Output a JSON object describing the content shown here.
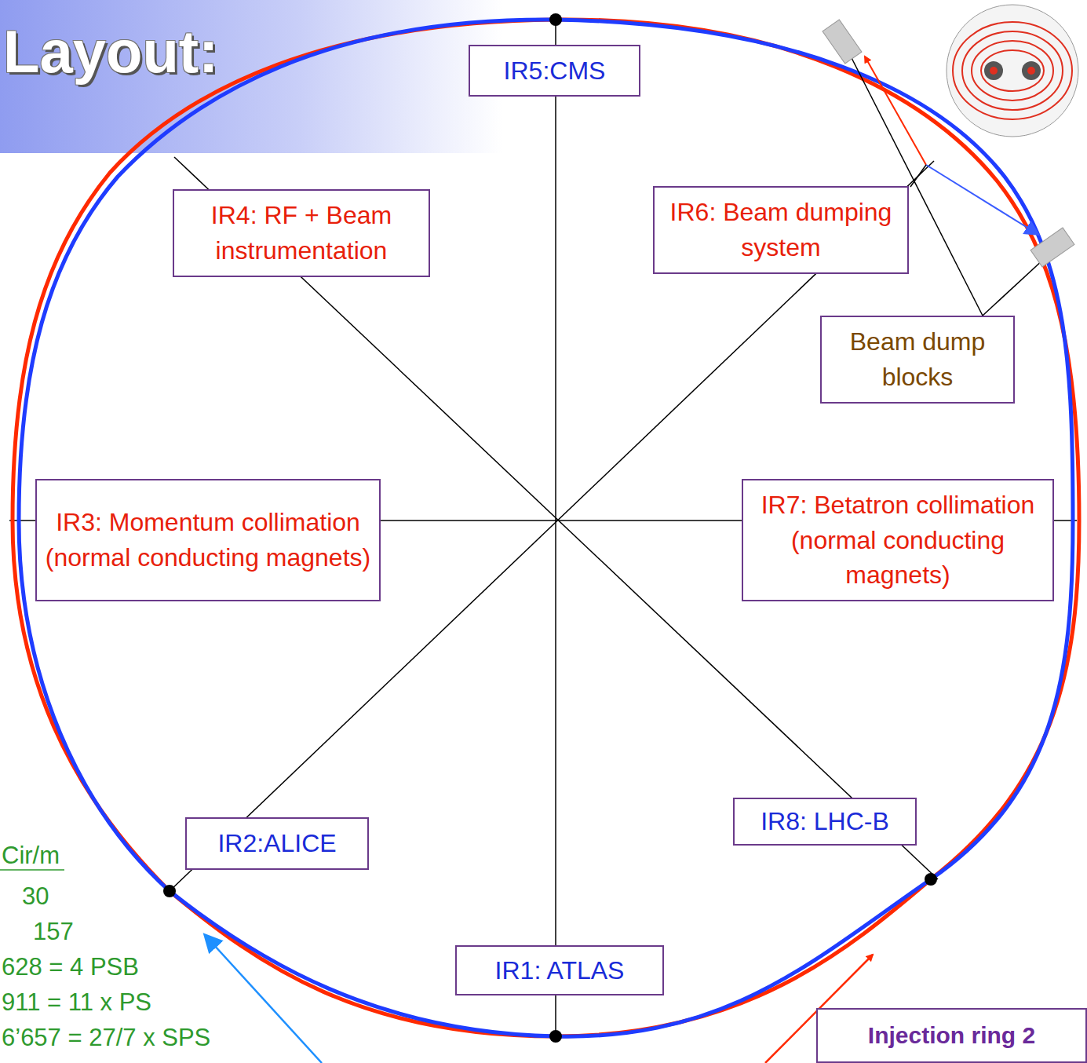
{
  "diagram": {
    "title": "Layout:",
    "nodes": [
      {
        "text": [
          "IR5:CMS"
        ]
      },
      {
        "text": [
          "IR4: RF + Beam instrumentation"
        ]
      },
      {
        "text": [
          "IR6: Beam dumping system"
        ]
      },
      {
        "text": [
          "Beam dump blocks"
        ]
      },
      {
        "text": [
          "IR3: Momentum collimation (normal conducting magnets)"
        ]
      },
      {
        "text": [
          "IR7: Betatron collimation (normal conducting magnets)"
        ]
      },
      {
        "text": [
          "IR2:ALICE"
        ]
      },
      {
        "text": [
          "IR8: LHC-B"
        ]
      },
      {
        "text": [
          "IR1: ATLAS"
        ]
      },
      {
        "text": [
          "Injection ring 2"
        ]
      }
    ],
    "labels": [
      "Cir/m",
      "30",
      "157",
      "628 = 4 PSB",
      "911 = 11 x PS",
      "6’657 = 27/7 x SPS"
    ]
  }
}
